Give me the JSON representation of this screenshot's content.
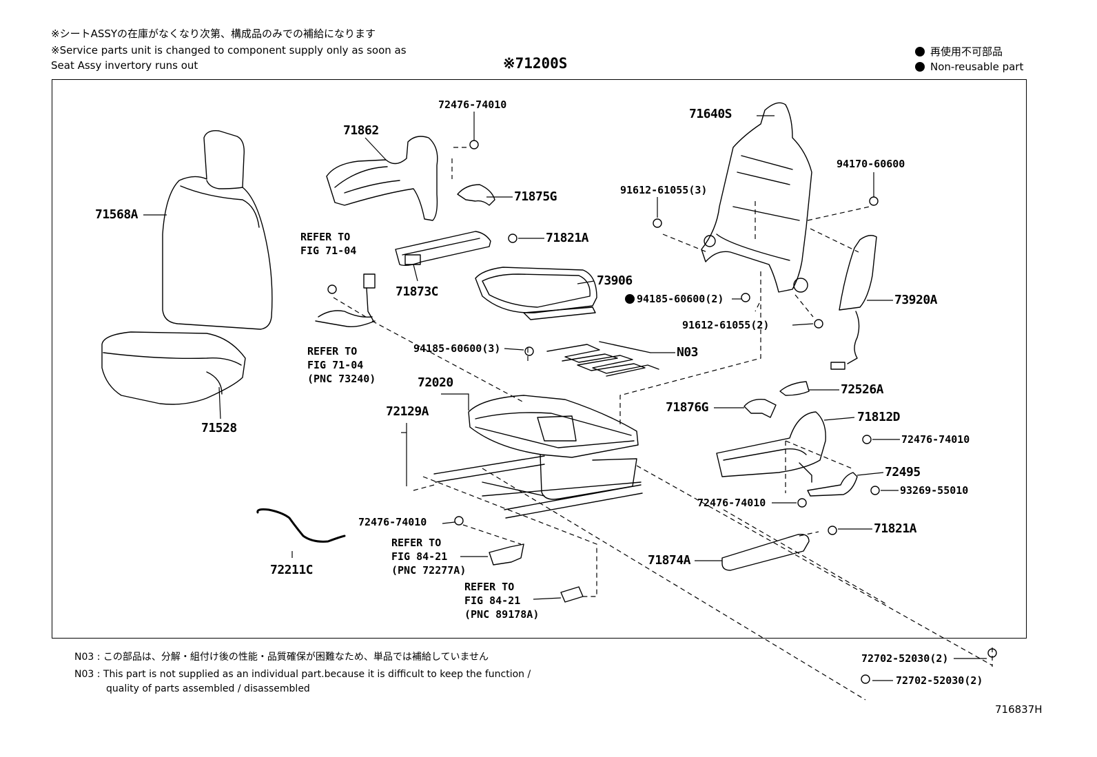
{
  "notes": {
    "supply_jp": "※シートASSYの在庫がなくなり次第、構成品のみでの補給になります",
    "supply_en_1": "※Service parts unit is changed to component supply only as soon as",
    "supply_en_2": "Seat Assy invertory runs out"
  },
  "legend": {
    "jp": "再使用不可部品",
    "en": "Non-reusable part"
  },
  "assembly_number": "※71200S",
  "part_labels": {
    "p71568A": "71568A",
    "p71528": "71528",
    "p72211C": "72211C",
    "p71862": "71862",
    "p72476_74010_a": "72476-74010",
    "p71875G": "71875G",
    "p71821A_a": "71821A",
    "p71873C": "71873C",
    "p73906": "73906",
    "p94185_60600_3": "94185-60600(3)",
    "pN03": "N03",
    "p72020": "72020",
    "p72129A": "72129A",
    "p72476_74010_b": "72476-74010",
    "p71640S": "71640S",
    "p94170_60600": "94170-60600",
    "p91612_61055_3": "91612-61055(3)",
    "p73920A": "73920A",
    "p94185_60600_2": "94185-60600(2)",
    "p91612_61055_2": "91612-61055(2)",
    "p72526A": "72526A",
    "p71876G": "71876G",
    "p71812D": "71812D",
    "p72476_74010_c": "72476-74010",
    "p72495": "72495",
    "p93269_55010": "93269-55010",
    "p72476_74010_d": "72476-74010",
    "p71821A_b": "71821A",
    "p71874A": "71874A",
    "p72702_52030_a": "72702-52030(2)",
    "p72702_52030_b": "72702-52030(2)"
  },
  "references": {
    "ref1_l1": "REFER TO",
    "ref1_l2": "FIG 71-04",
    "ref2_l1": "REFER TO",
    "ref2_l2": "FIG 71-04",
    "ref2_l3": "(PNC 73240)",
    "ref3_l1": "REFER TO",
    "ref3_l2": "FIG 84-21",
    "ref3_l3": "(PNC 72277A)",
    "ref4_l1": "REFER TO",
    "ref4_l2": "FIG 84-21",
    "ref4_l3": "(PNC 89178A)"
  },
  "footnotes": {
    "n03_jp": "N03 : この部品は、分解・組付け後の性能・品質確保が困難なため、単品では補給していません",
    "n03_en_1": "N03 : This part is not supplied as an individual part.because it is difficult to keep the function /",
    "n03_en_2": "quality of parts assembled / disassembled"
  },
  "figure_id": "716837H"
}
